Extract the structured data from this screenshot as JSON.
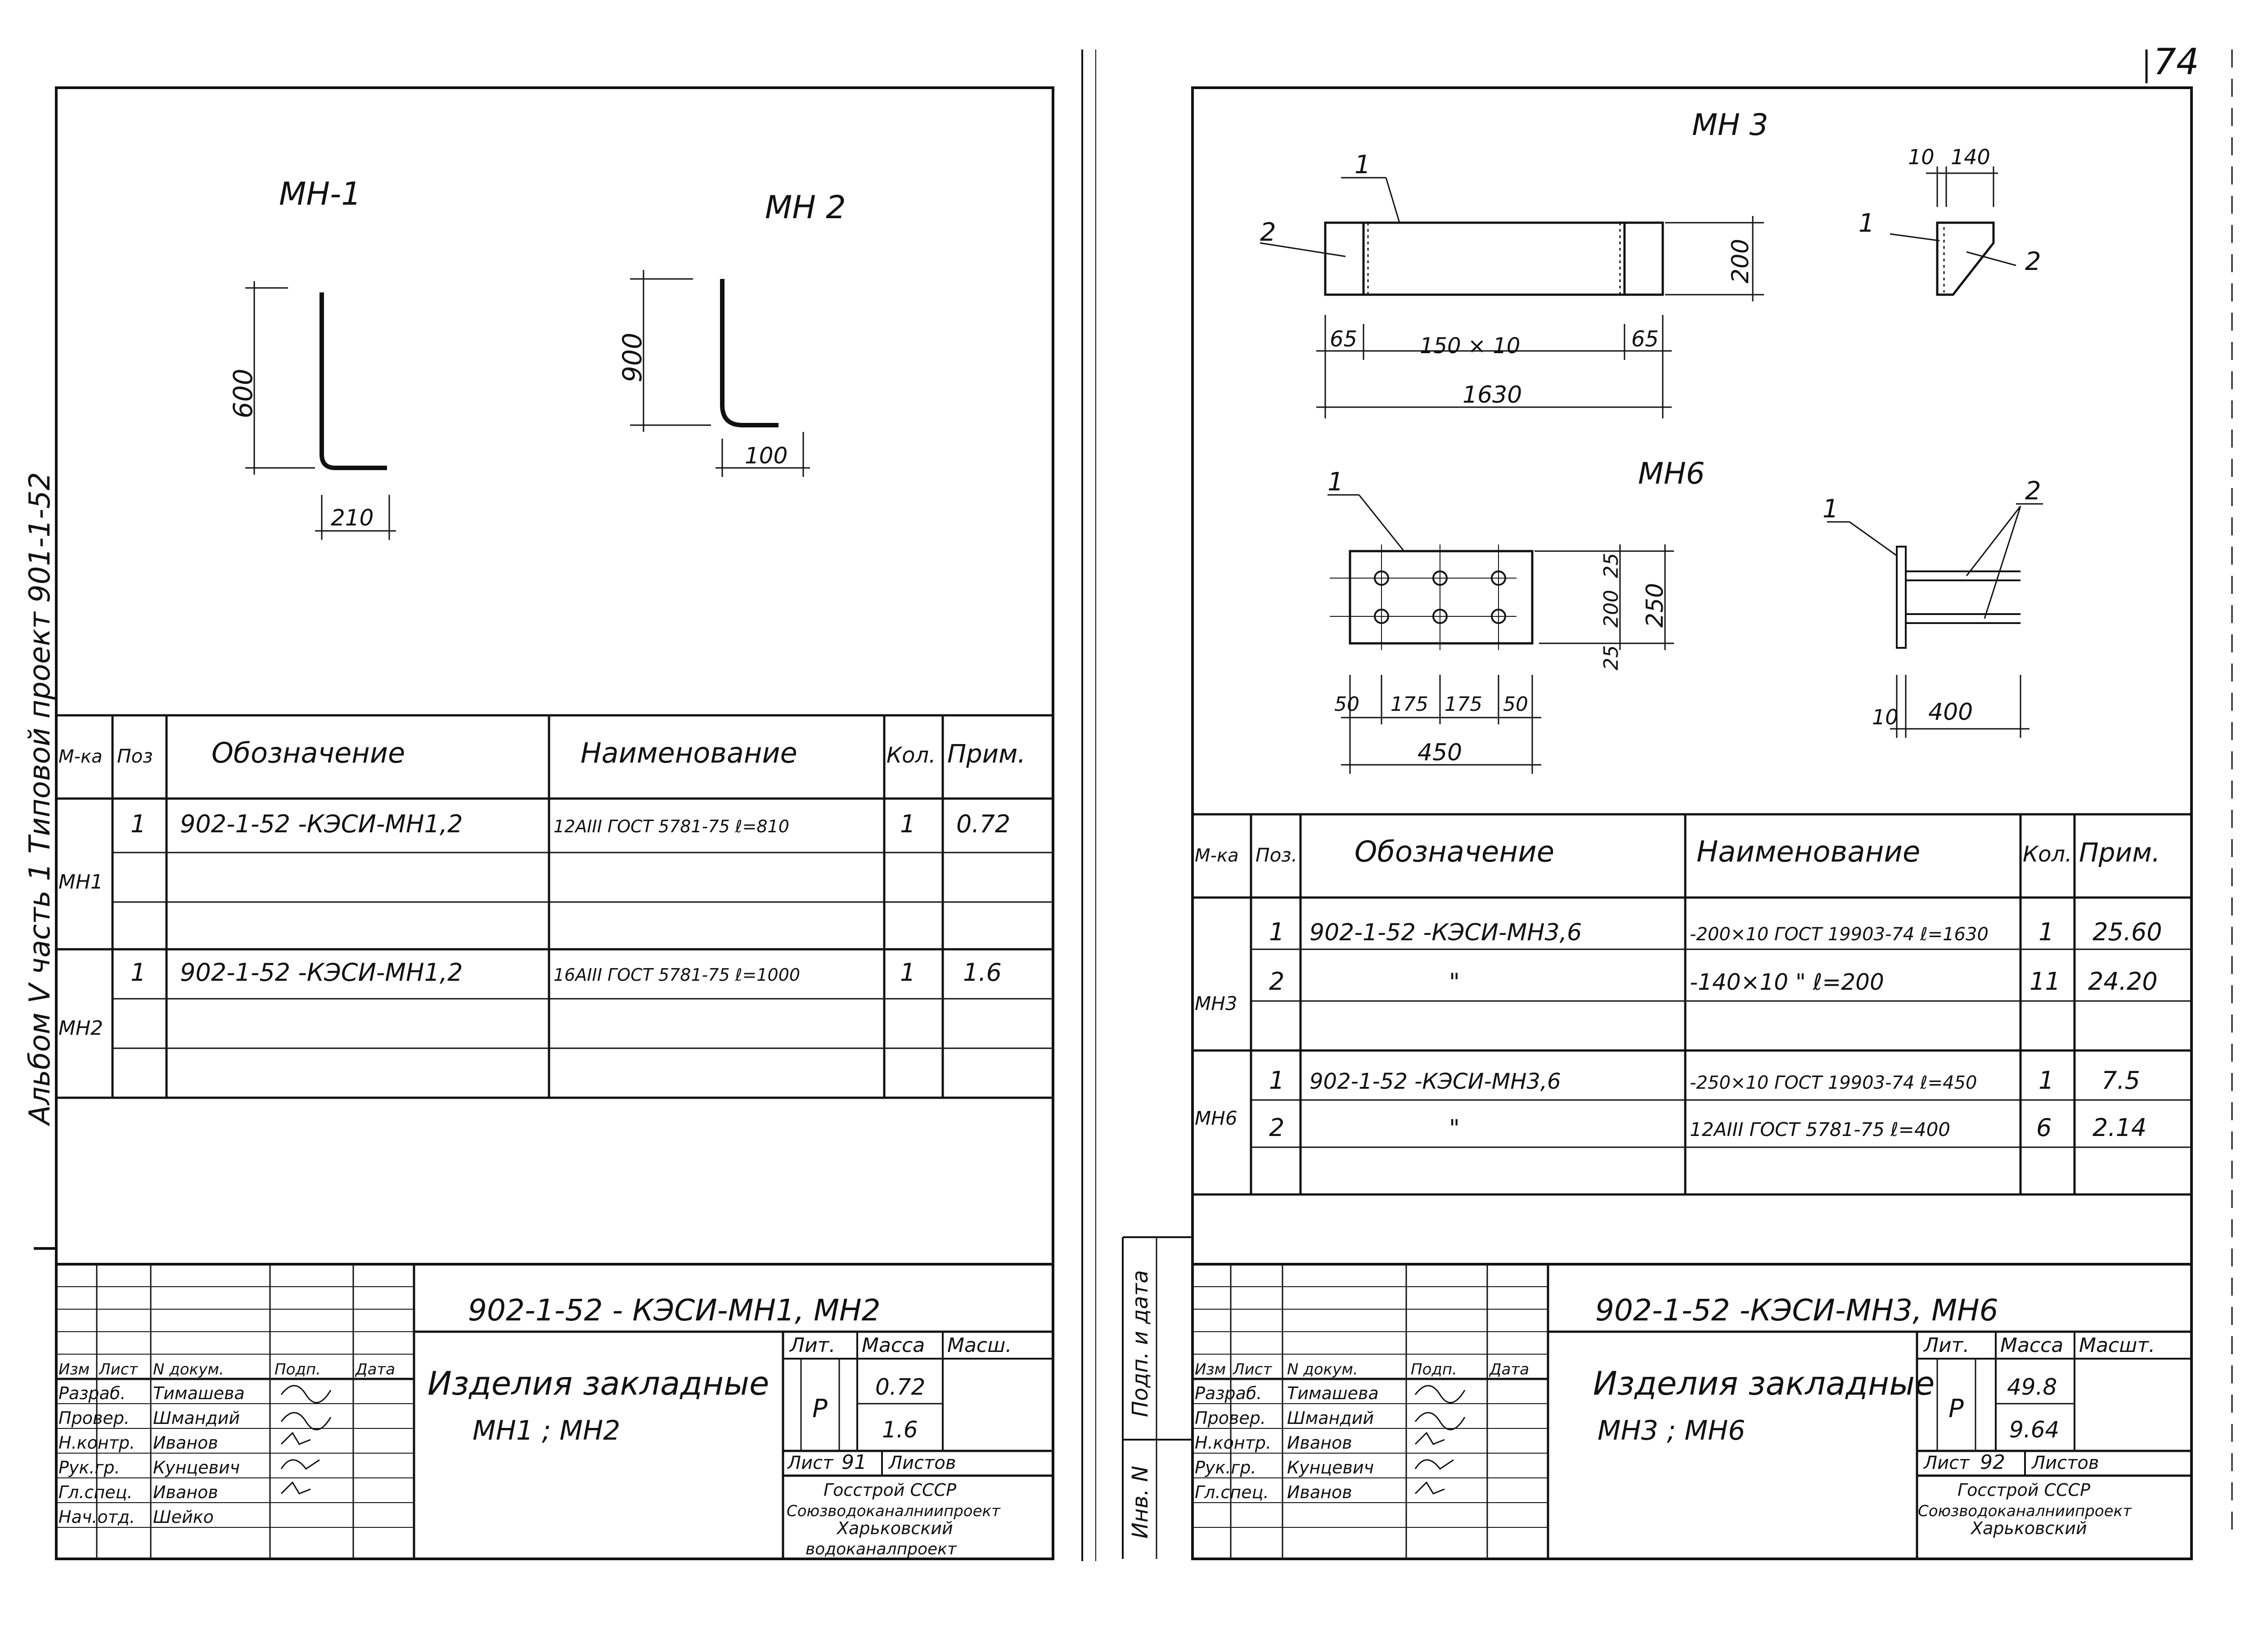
{
  "page_number": "74",
  "margin_vertical": "Альбом V часть 1   Типовой проект 901-1-52",
  "sheet_left": {
    "labels": {
      "mn1": "МН-1",
      "mn2": "МН 2"
    },
    "dims": {
      "mn1_height": "600",
      "mn1_width": "210",
      "mn2_height": "900",
      "mn2_width": "100"
    },
    "spec_headers": [
      "М-ка",
      "Поз",
      "Обозначение",
      "Наименование",
      "Кол.",
      "Прим."
    ],
    "spec_rows": [
      {
        "mark": "",
        "pos": "1",
        "designation": "902-1-52 -КЭСИ-МН1,2",
        "name": "12АIII ГОСТ 5781-75 ℓ=810",
        "qty": "1",
        "note": "0.72"
      },
      {
        "mark": "МН1",
        "pos": "",
        "designation": "",
        "name": "",
        "qty": "",
        "note": ""
      },
      {
        "mark": "",
        "pos": "",
        "designation": "",
        "name": "",
        "qty": "",
        "note": ""
      },
      {
        "mark": "",
        "pos": "1",
        "designation": "902-1-52 -КЭСИ-МН1,2",
        "name": "16АIII ГОСТ 5781-75 ℓ=1000",
        "qty": "1",
        "note": "1.6"
      },
      {
        "mark": "МН2",
        "pos": "",
        "designation": "",
        "name": "",
        "qty": "",
        "note": ""
      },
      {
        "mark": "",
        "pos": "",
        "designation": "",
        "name": "",
        "qty": "",
        "note": ""
      }
    ],
    "stamp": {
      "doc_code": "902-1-52 - КЭСИ-МН1, МН2",
      "title_line1": "Изделия закладные",
      "title_line2": "МН1 ; МН2",
      "header_cols": [
        "Изм",
        "Лист",
        "N докум.",
        "Подп.",
        "Дата"
      ],
      "people": [
        {
          "role": "Разраб.",
          "name": "Тимашева"
        },
        {
          "role": "Провер.",
          "name": "Шмандий"
        },
        {
          "role": "Н.контр.",
          "name": "Иванов"
        },
        {
          "role": "Рук.гр.",
          "name": "Кунцевич"
        },
        {
          "role": "Гл.спец.",
          "name": "Иванов"
        },
        {
          "role": "Нач.отд.",
          "name": "Шейко"
        }
      ],
      "lit_label": "Лит.",
      "mass_label": "Масса",
      "scale_label": "Масш.",
      "lit": "Р",
      "mass1": "0.72",
      "mass2": "1.6",
      "sheet_label": "Лист",
      "sheet_no": "91",
      "sheets_label": "Листов",
      "org_line1": "Госстрой СССР",
      "org_line2": "Союзводоканалниипроект",
      "org_line3": "Харьковский",
      "org_line4": "водоканалпроект"
    }
  },
  "sheet_right": {
    "labels": {
      "mn3": "МН 3",
      "mn6": "МН6"
    },
    "dims_mn3": {
      "d10": "10",
      "d140": "140",
      "d200": "200",
      "d65a": "65",
      "d150x10": "150 × 10",
      "d65b": "65",
      "d1630": "1630",
      "p1": "1",
      "p2": "2",
      "p1b": "1",
      "p2b": "2"
    },
    "dims_mn6": {
      "d25a": "25",
      "d200": "200",
      "d25b": "25",
      "d250": "250",
      "d50a": "50",
      "d175a": "175",
      "d175b": "175",
      "d50b": "50",
      "d450": "450",
      "d10": "10",
      "d400": "400",
      "p1": "1",
      "p2": "2",
      "p1b": "1",
      "p2b": "2"
    },
    "spec_headers": [
      "М-ка",
      "Поз.",
      "Обозначение",
      "Наименование",
      "Кол.",
      "Прим."
    ],
    "spec_rows": [
      {
        "mark": "",
        "pos": "1",
        "designation": "902-1-52 -КЭСИ-МН3,6",
        "name": "-200×10 ГОСТ 19903-74 ℓ=1630",
        "qty": "1",
        "note": "25.60"
      },
      {
        "mark": "МН3",
        "pos": "2",
        "designation": "\"",
        "name": "-140×10   \"   ℓ=200",
        "qty": "11",
        "note": "24.20"
      },
      {
        "mark": "",
        "pos": "",
        "designation": "",
        "name": "",
        "qty": "",
        "note": ""
      },
      {
        "mark": "",
        "pos": "1",
        "designation": "902-1-52 -КЭСИ-МН3,6",
        "name": "-250×10 ГОСТ 19903-74 ℓ=450",
        "qty": "1",
        "note": "7.5"
      },
      {
        "mark": "МН6",
        "pos": "2",
        "designation": "\"",
        "name": "12АIII ГОСТ 5781-75 ℓ=400",
        "qty": "6",
        "note": "2.14"
      },
      {
        "mark": "",
        "pos": "",
        "designation": "",
        "name": "",
        "qty": "",
        "note": ""
      }
    ],
    "side_labels": {
      "sig": "Подп. и дата",
      "inv": "Инв. N"
    },
    "stamp": {
      "doc_code": "902-1-52 -КЭСИ-МН3, МН6",
      "title_line1": "Изделия закладные",
      "title_line2": "МН3 ; МН6",
      "header_cols": [
        "Изм",
        "Лист",
        "N докум.",
        "Подп.",
        "Дата"
      ],
      "people": [
        {
          "role": "Разраб.",
          "name": "Тимашева"
        },
        {
          "role": "Провер.",
          "name": "Шмандий"
        },
        {
          "role": "Н.контр.",
          "name": "Иванов"
        },
        {
          "role": "Рук.гр.",
          "name": "Кунцевич"
        },
        {
          "role": "Гл.спец.",
          "name": "Иванов"
        }
      ],
      "lit_label": "Лит.",
      "mass_label": "Масса",
      "scale_label": "Масшт.",
      "lit": "Р",
      "mass1": "49.8",
      "mass2": "9.64",
      "sheet_label": "Лист",
      "sheet_no": "92",
      "sheets_label": "Листов",
      "org_line1": "Госстрой СССР",
      "org_line2": "Союзводоканалниипроект",
      "org_line3": "Харьковский"
    }
  }
}
